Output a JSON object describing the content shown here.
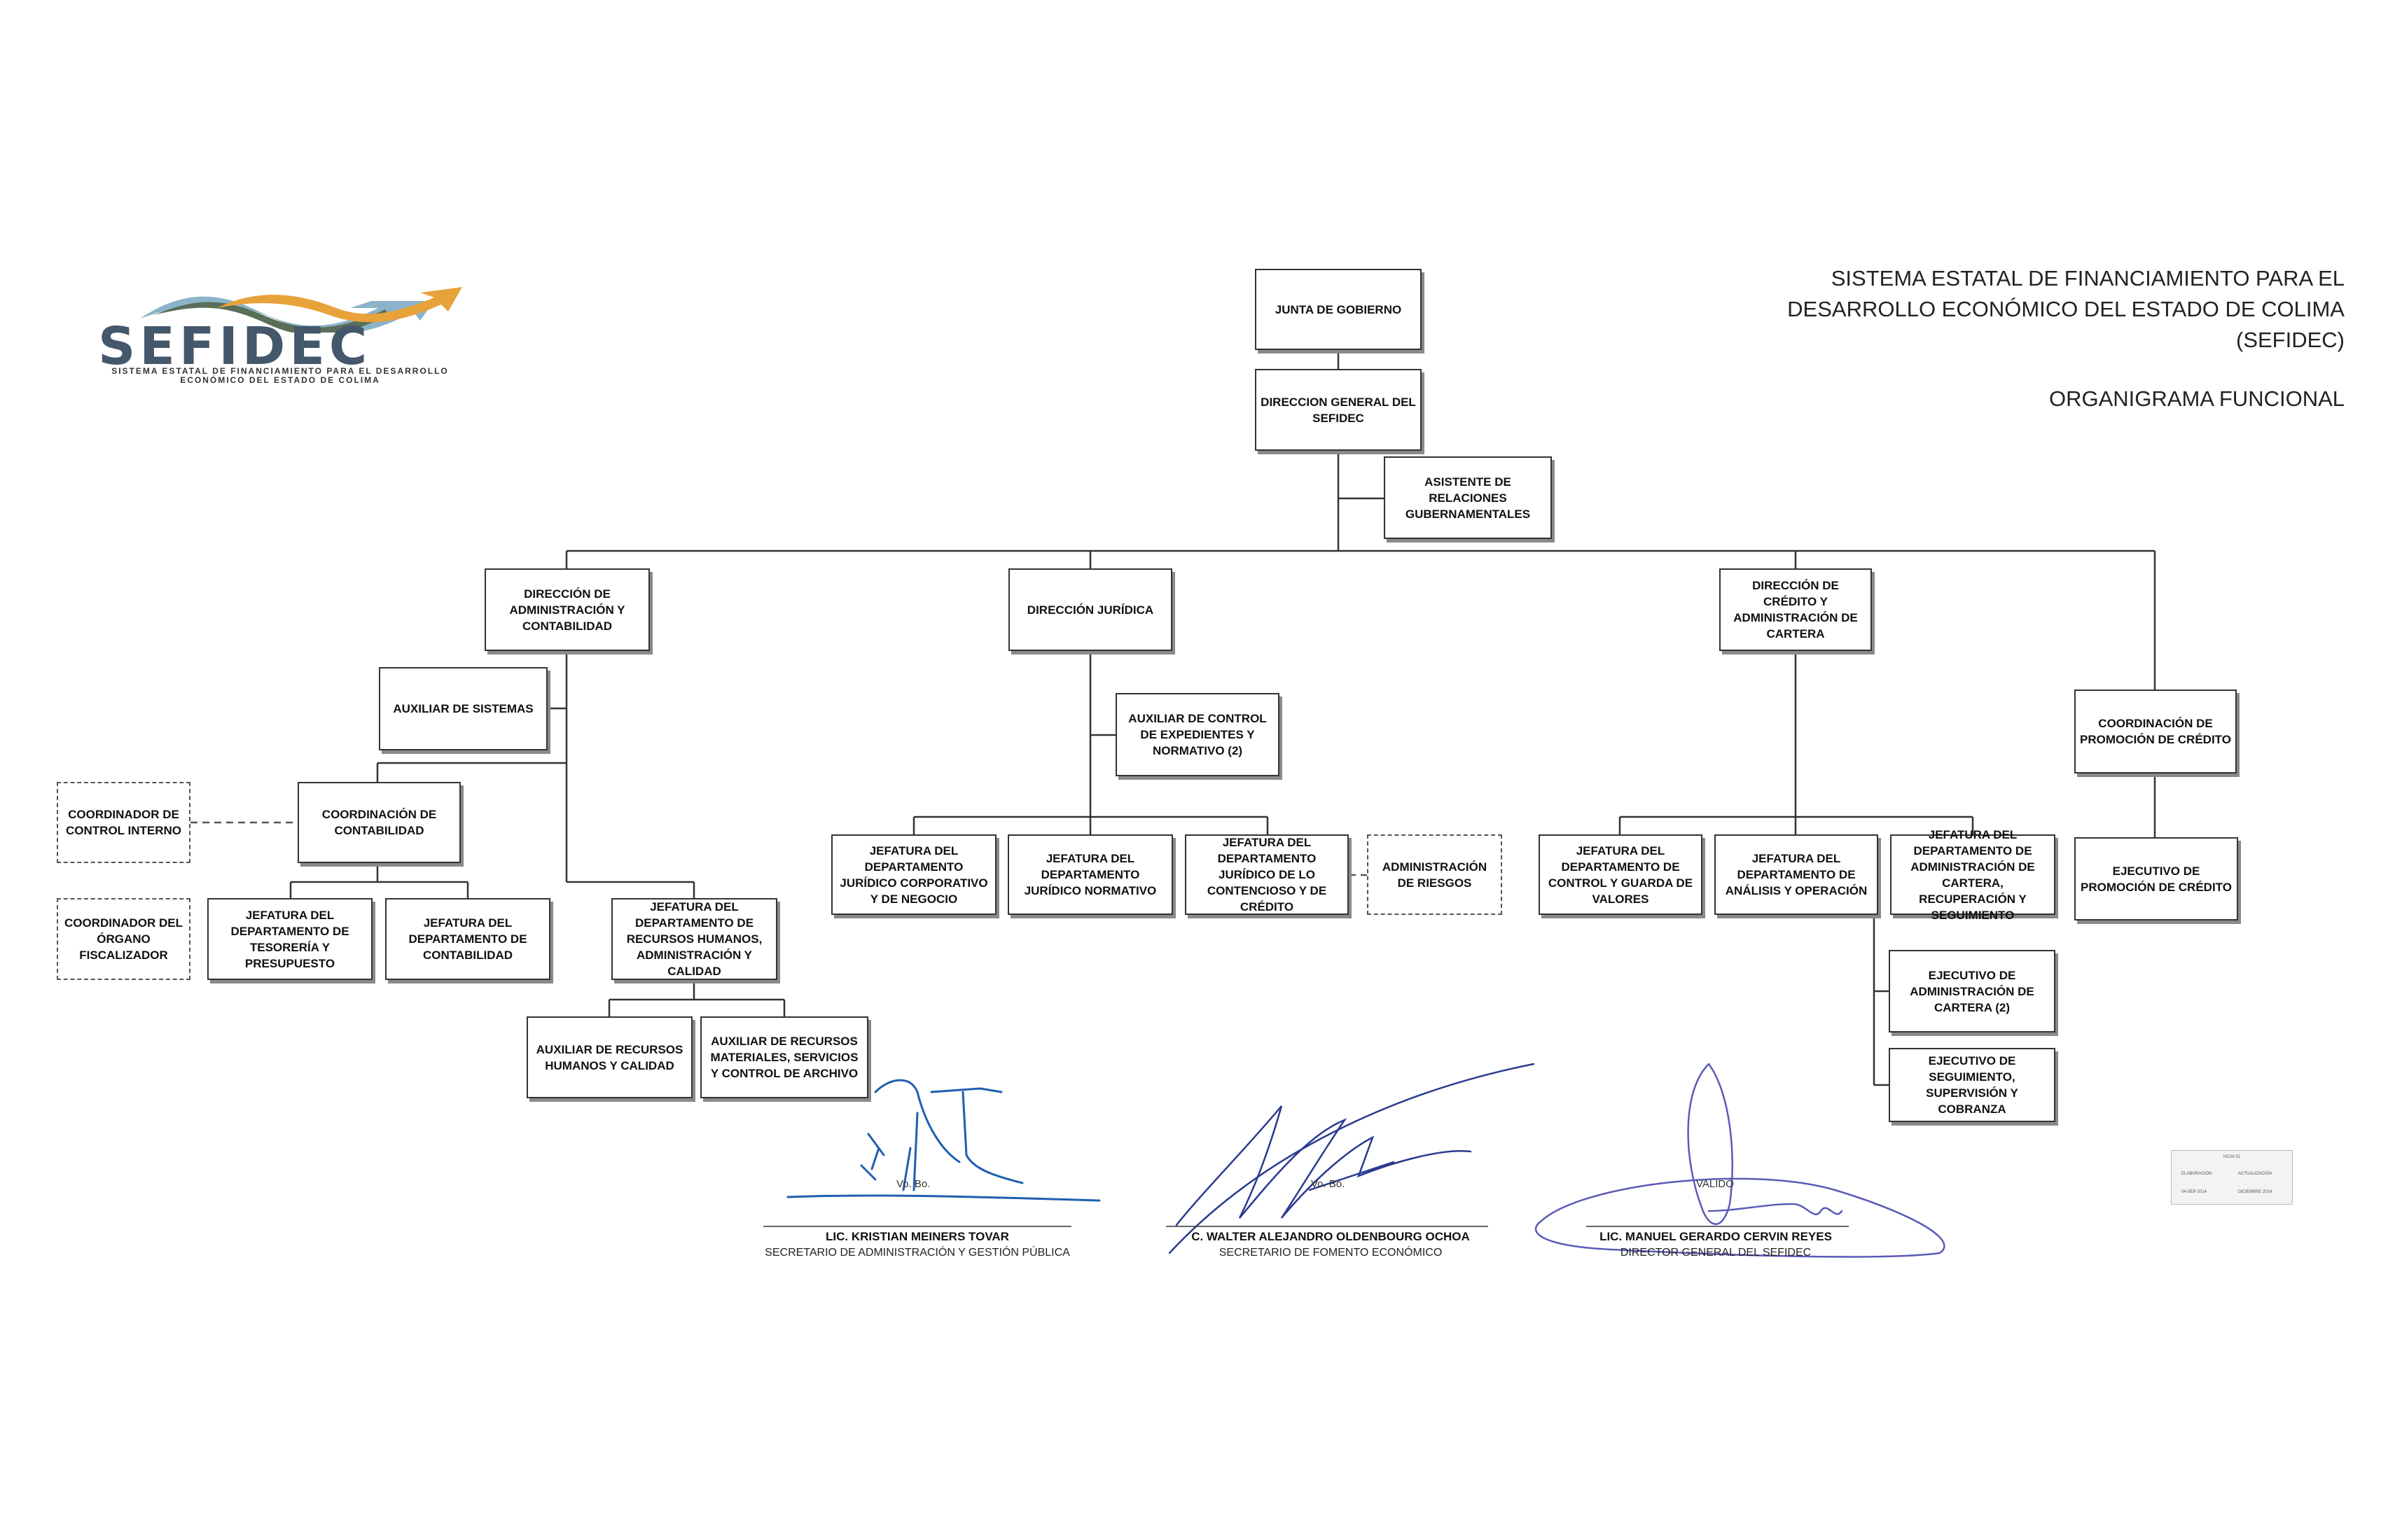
{
  "header": {
    "line1": "SISTEMA ESTATAL DE FINANCIAMIENTO PARA EL",
    "line2": "DESARROLLO ECONÓMICO DEL ESTADO DE COLIMA",
    "line3": "(SEFIDEC)",
    "subtitle": "ORGANIGRAMA FUNCIONAL"
  },
  "logo": {
    "text": "SEFIDEC",
    "subtitle": "SISTEMA ESTATAL DE FINANCIAMIENTO PARA EL DESARROLLO ECONÓMICO DEL ESTADO DE COLIMA",
    "colors": [
      "#8bb3c9",
      "#5a6e58",
      "#e8a23a"
    ]
  },
  "nodes": {
    "junta": "JUNTA DE GOBIERNO",
    "direccion_general": "DIRECCION GENERAL DEL SEFIDEC",
    "asistente": "ASISTENTE DE RELACIONES GUBERNAMENTALES",
    "dir_admin": "DIRECCIÓN DE ADMINISTRACIÓN Y CONTABILIDAD",
    "dir_juridica": "DIRECCIÓN JURÍDICA",
    "dir_credito": "DIRECCIÓN DE CRÉDITO Y ADMINISTRACIÓN DE CARTERA",
    "coord_promocion": "COORDINACIÓN DE PROMOCIÓN DE CRÉDITO",
    "aux_sistemas": "AUXILIAR DE SISTEMAS",
    "coord_control": "COORDINADOR DE CONTROL INTERNO",
    "coord_contabilidad": "COORDINACIÓN DE CONTABILIDAD",
    "coord_organo": "COORDINADOR DEL ÓRGANO FISCALIZADOR",
    "jef_tesoreria": "JEFATURA DEL DEPARTAMENTO DE TESORERÍA Y PRESUPUESTO",
    "jef_contabilidad": "JEFATURA DEL DEPARTAMENTO DE CONTABILIDAD",
    "jef_rh": "JEFATURA DEL DEPARTAMENTO DE RECURSOS HUMANOS, ADMINISTRACIÓN Y CALIDAD",
    "aux_rh": "AUXILIAR DE RECURSOS HUMANOS Y CALIDAD",
    "aux_materiales": "AUXILIAR DE RECURSOS MATERIALES, SERVICIOS Y CONTROL DE ARCHIVO",
    "aux_expedientes": "AUXILIAR DE CONTROL DE EXPEDIENTES Y NORMATIVO (2)",
    "jef_corporativo": "JEFATURA DEL DEPARTAMENTO JURÍDICO CORPORATIVO Y DE NEGOCIO",
    "jef_normativo": "JEFATURA DEL DEPARTAMENTO JURÍDICO NORMATIVO",
    "jef_contencioso": "JEFATURA DEL DEPARTAMENTO JURÍDICO DE LO CONTENCIOSO Y DE CRÉDITO",
    "admin_riesgos": "ADMINISTRACIÓN DE RIESGOS",
    "jef_control_guarda": "JEFATURA DEL DEPARTAMENTO DE CONTROL Y GUARDA DE VALORES",
    "jef_analisis": "JEFATURA DEL DEPARTAMENTO DE ANÁLISIS Y OPERACIÓN",
    "jef_cartera": "JEFATURA DEL DEPARTAMENTO DE ADMINISTRACIÓN DE CARTERA, RECUPERACIÓN Y SEGUIMIENTO",
    "ejec_cartera": "EJECUTIVO DE ADMINISTRACIÓN DE CARTERA (2)",
    "ejec_seguimiento": "EJECUTIVO DE SEGUIMIENTO, SUPERVISIÓN Y COBRANZA",
    "ejec_promocion": "EJECUTIVO DE PROMOCIÓN DE CRÉDITO"
  },
  "signatures": [
    {
      "label": "Vo. Bo.",
      "name": "LIC. KRISTIAN MEINERS TOVAR",
      "title": "SECRETARIO DE ADMINISTRACIÓN Y GESTIÓN PÚBLICA"
    },
    {
      "label": "Vo. Bo.",
      "name": "C. WALTER ALEJANDRO OLDENBOURG OCHOA",
      "title": "SECRETARIO DE FOMENTO ECONÓMICO"
    },
    {
      "label": "VALIDÓ",
      "name": "LIC. MANUEL GERARDO CERVIN REYES",
      "title": "DIRECTOR GENERAL DEL SEFIDEC"
    }
  ],
  "stamp": {
    "row1": "HOJA 01",
    "row2a": "ELABORACIÓN",
    "row2b": "ACTUALIZACIÓN",
    "row3a": "04-SEP-2014",
    "row3b": "DICIEMBRE 2014"
  },
  "colors": {
    "line": "#333333",
    "shadow": "#8a8a8a",
    "signature_ink": "#1f5fb0"
  }
}
